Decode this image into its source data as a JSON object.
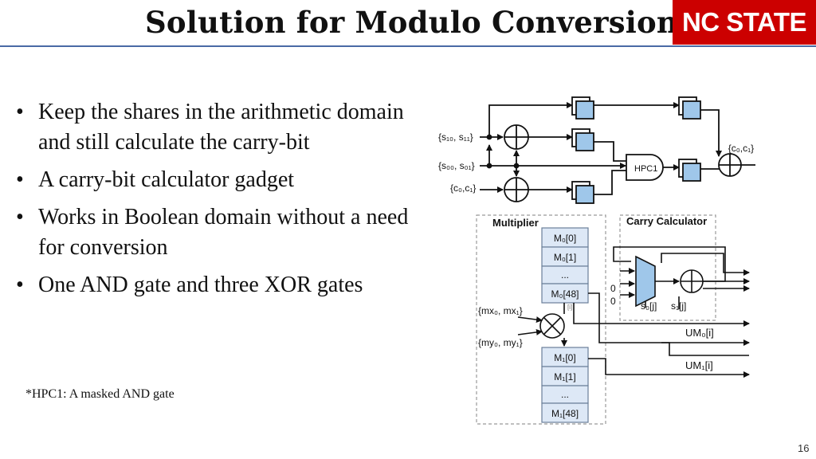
{
  "slide": {
    "title": "Solution for Modulo Conversion",
    "logo": "NC STATE",
    "bullets": [
      "Keep the shares in the arithmetic domain and still calculate the carry-bit",
      "A carry-bit calculator gadget",
      "Works in Boolean domain without a need for conversion",
      "One AND gate and three XOR gates"
    ],
    "footnote": "*HPC1: A masked AND gate",
    "page_number": "16"
  },
  "diagram": {
    "top": {
      "in_s1": "{s₁₀, s₁₁}",
      "in_s0": "{s₀₀, s₀₁}",
      "in_c": "{c₀,c₁}",
      "hpc": "HPC1",
      "out": "{c₀,c₁}"
    },
    "bottom": {
      "multiplier_label": "Multiplier",
      "carry_label": "Carry Calculator",
      "m0": [
        "M₀[0]",
        "M₀[1]",
        "...",
        "M₀[48]"
      ],
      "m1": [
        "M₁[0]",
        "M₁[1]",
        "...",
        "M₁[48]"
      ],
      "in_mx": "{mx₀, mx₁}",
      "in_my": "{my₀, my₁}",
      "zero_a": "0",
      "zero_b": "0",
      "s0j": "s₀[j]",
      "s1j": "s₁[j]",
      "um0": "UM₀[i]",
      "um1": "UM₁[i]",
      "idx": "[i]"
    }
  }
}
